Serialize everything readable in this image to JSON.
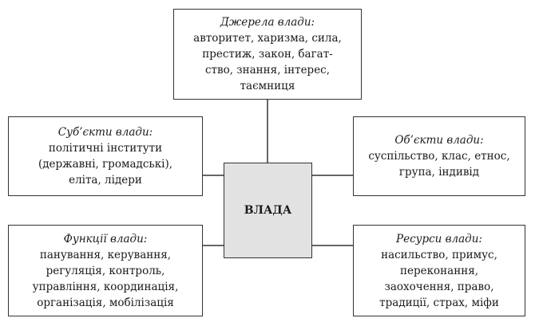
{
  "center": {
    "label": "ВЛАДА"
  },
  "sources": {
    "title": "Джерела влади:",
    "body": "авторитет, харизма, сила,\nпрестиж, закон, багат-\nство, знання, інтерес,\nтаємниця"
  },
  "subjects": {
    "title": "Суб’єкти влади:",
    "body": "політичні інститути\n(державні, громадські),\nеліта, лідери"
  },
  "objects": {
    "title": "Об’єкти влади:",
    "body": "суспільство, клас, етнос,\nгрупа, індивід"
  },
  "functions": {
    "title": "Функції влади:",
    "body": "панування, керування,\nрегуляція, контроль,\nуправління, координація,\nорганізація, мобілізація"
  },
  "resources": {
    "title": "Ресурси влади:",
    "body": "насильство, примус,\nпереконання,\nзаохочення, право,\nтрадиції, страх, міфи"
  }
}
